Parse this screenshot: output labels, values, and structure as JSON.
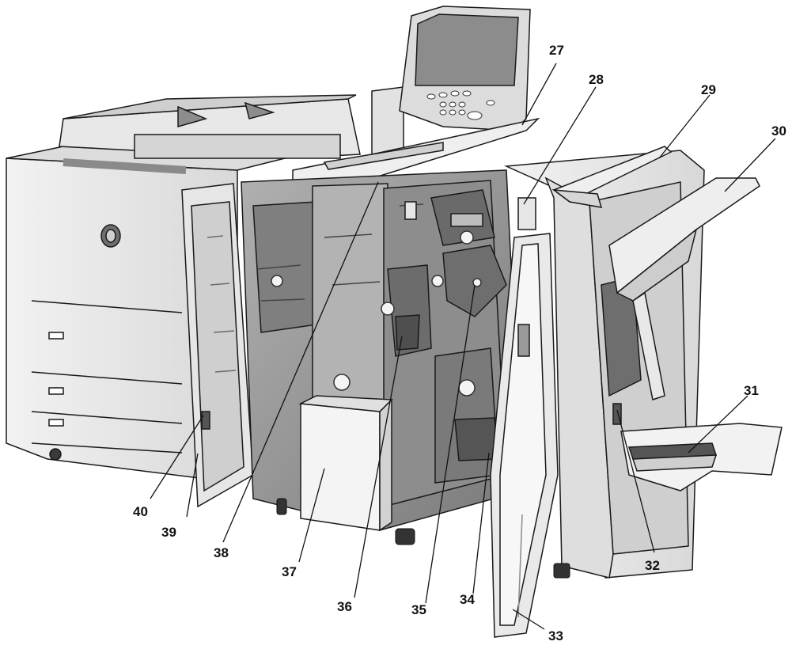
{
  "diagram": {
    "callouts": [
      "27",
      "28",
      "29",
      "30",
      "31",
      "32",
      "33",
      "34",
      "35",
      "36",
      "37",
      "38",
      "39",
      "40"
    ]
  },
  "palette": {
    "body_light": "#ececec",
    "body_mid": "#bdbdbd",
    "body_dark": "#6e6e6e",
    "interior": "#9a9a9a",
    "outline": "#1a1a1a",
    "screen": "#8c8c8c"
  }
}
